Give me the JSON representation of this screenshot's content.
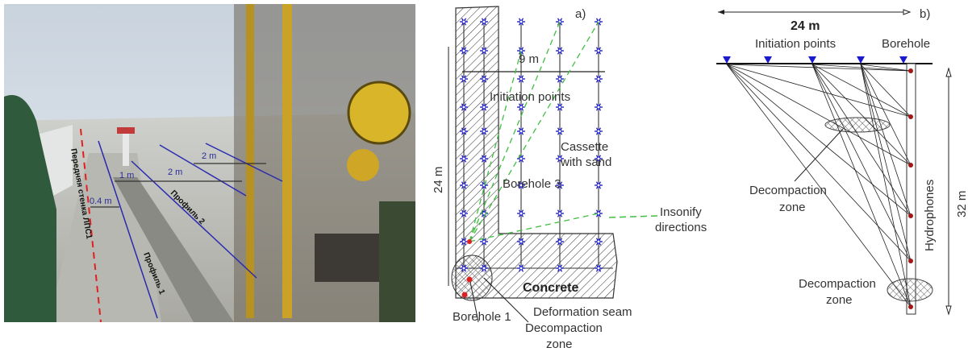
{
  "photo": {
    "wall_label": "Передняя стенка ЛПС1",
    "profile1": "Профиль 1",
    "profile2": "Профиль 2",
    "dist_04": "0.4 m",
    "dist_1": "1 m",
    "dist_2a": "2 m",
    "dist_2b": "2 m"
  },
  "diagram_a": {
    "panel": "a)",
    "width_9m": "9 m",
    "height_24m": "24 m",
    "initiation_points": "Initiation points",
    "cassette_line1": "Cassette",
    "cassette_line2": "with sand",
    "borehole3": "Borehole 3",
    "insonify_line1": "Insonify",
    "insonify_line2": "directions",
    "concrete": "Concrete",
    "deformation_seam": "Deformation seam",
    "borehole1": "Borehole 1",
    "decompaction_line1": "Decompaction",
    "decompaction_line2": "zone"
  },
  "diagram_b": {
    "panel": "b)",
    "width_24m": "24 m",
    "initiation_points": "Initiation points",
    "borehole": "Borehole",
    "hydrophones": "Hydrophones",
    "depth_32m": "32 m",
    "decompaction1_line1": "Decompaction",
    "decompaction1_line2": "zone",
    "decompaction2_line1": "Decompaction",
    "decompaction2_line2": "zone"
  },
  "colors": {
    "source": "#1a1acc",
    "hydrophone": "#a01818",
    "insonify": "#3fbf3f",
    "profile_line": "#2a2ab0",
    "wall_line": "#e02020"
  }
}
